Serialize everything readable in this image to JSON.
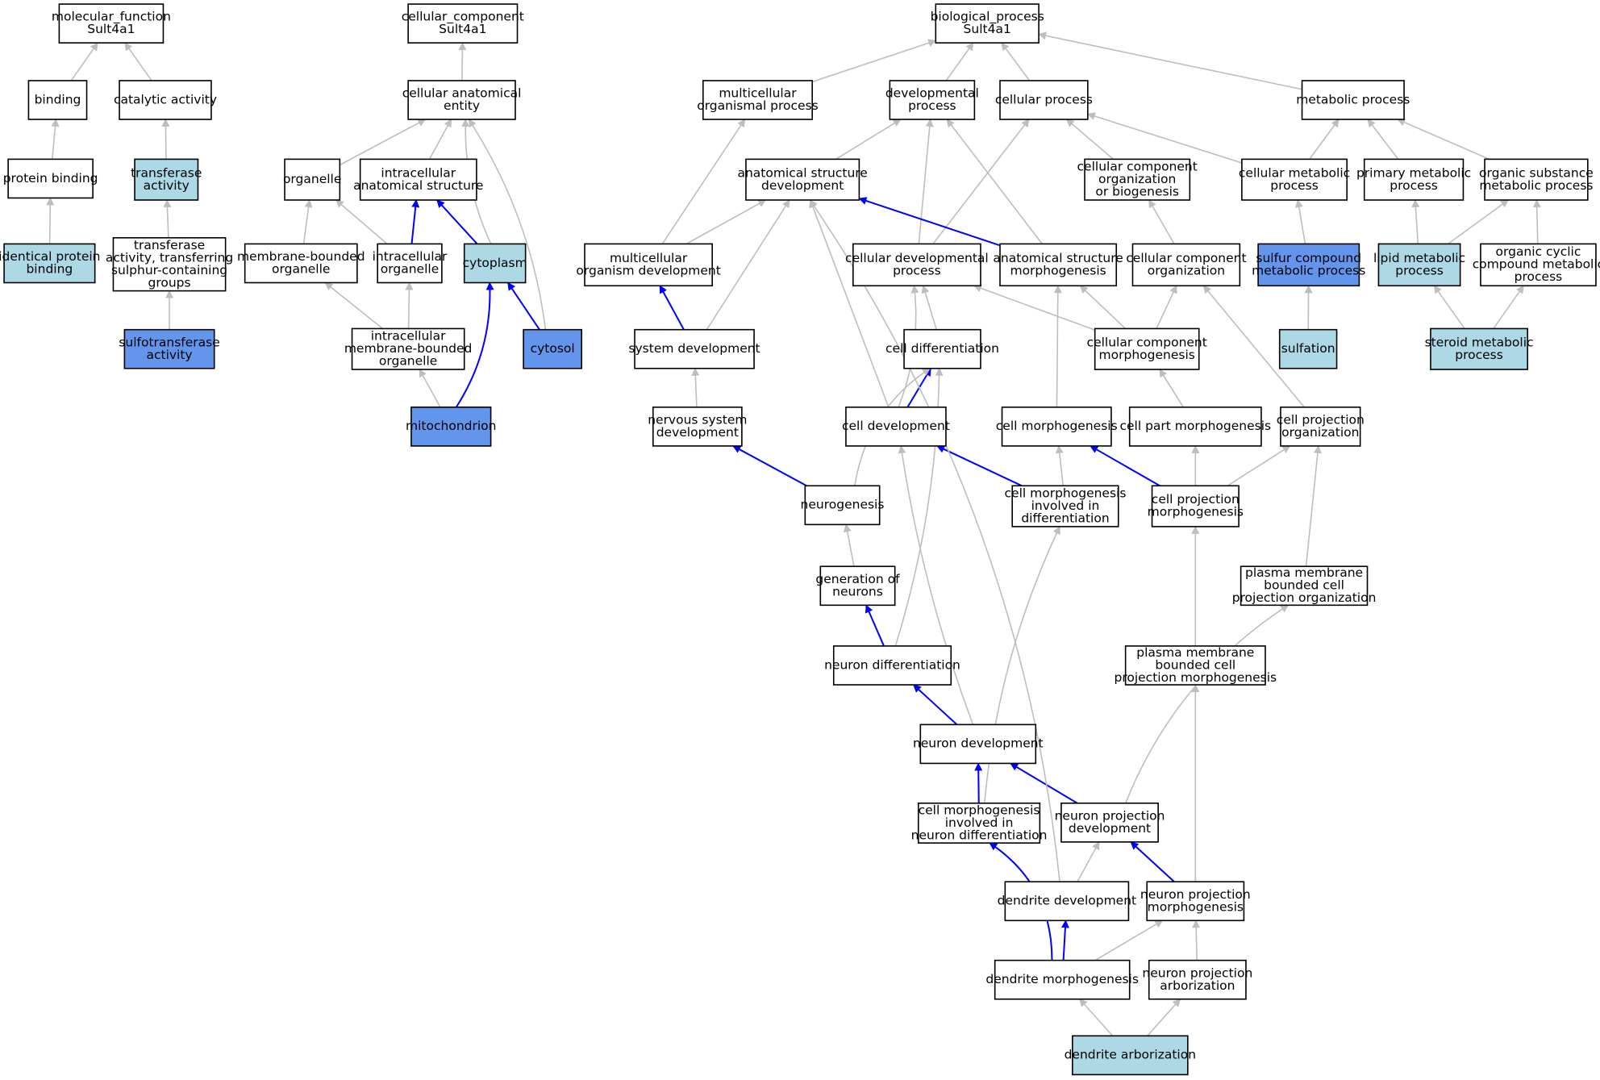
{
  "colors": {
    "default_fill": "#ffffff",
    "light_blue_fill": "#add8e6",
    "blue_fill": "#6495ed",
    "gray_edge": "#bebebe",
    "blue_edge": "#0000ff",
    "border": "#000000"
  },
  "nodes": [
    {
      "id": "mf",
      "lines": [
        "molecular_function",
        "Sult4a1"
      ],
      "fill": "default"
    },
    {
      "id": "binding",
      "lines": [
        "binding"
      ],
      "fill": "default"
    },
    {
      "id": "catalytic",
      "lines": [
        "catalytic activity"
      ],
      "fill": "default"
    },
    {
      "id": "protein_binding",
      "lines": [
        "protein binding"
      ],
      "fill": "default"
    },
    {
      "id": "transferase",
      "lines": [
        "transferase",
        "activity"
      ],
      "fill": "light_blue"
    },
    {
      "id": "identical_protein_binding",
      "lines": [
        "identical protein",
        "binding"
      ],
      "fill": "light_blue"
    },
    {
      "id": "transferase_sulphur",
      "lines": [
        "transferase",
        "activity, transferring",
        "sulphur-containing",
        "groups"
      ],
      "fill": "default"
    },
    {
      "id": "sulfotransferase",
      "lines": [
        "sulfotransferase",
        "activity"
      ],
      "fill": "blue"
    },
    {
      "id": "cc",
      "lines": [
        "cellular_component",
        "Sult4a1"
      ],
      "fill": "default"
    },
    {
      "id": "cae",
      "lines": [
        "cellular anatomical",
        "entity"
      ],
      "fill": "default"
    },
    {
      "id": "organelle",
      "lines": [
        "organelle"
      ],
      "fill": "default"
    },
    {
      "id": "ias",
      "lines": [
        "intracellular",
        "anatomical structure"
      ],
      "fill": "default"
    },
    {
      "id": "mbo",
      "lines": [
        "membrane-bounded",
        "organelle"
      ],
      "fill": "default"
    },
    {
      "id": "io",
      "lines": [
        "intracellular",
        "organelle"
      ],
      "fill": "default"
    },
    {
      "id": "cytoplasm",
      "lines": [
        "cytoplasm"
      ],
      "fill": "light_blue"
    },
    {
      "id": "imbo",
      "lines": [
        "intracellular",
        "membrane-bounded",
        "organelle"
      ],
      "fill": "default"
    },
    {
      "id": "cytosol",
      "lines": [
        "cytosol"
      ],
      "fill": "blue"
    },
    {
      "id": "mitochondrion",
      "lines": [
        "mitochondrion"
      ],
      "fill": "blue"
    },
    {
      "id": "bp",
      "lines": [
        "biological_process",
        "Sult4a1"
      ],
      "fill": "default"
    },
    {
      "id": "mop",
      "lines": [
        "multicellular",
        "organismal process"
      ],
      "fill": "default"
    },
    {
      "id": "devp",
      "lines": [
        "developmental",
        "process"
      ],
      "fill": "default"
    },
    {
      "id": "cellp",
      "lines": [
        "cellular process"
      ],
      "fill": "default"
    },
    {
      "id": "metp",
      "lines": [
        "metabolic process"
      ],
      "fill": "default"
    },
    {
      "id": "asd",
      "lines": [
        "anatomical structure",
        "development"
      ],
      "fill": "default"
    },
    {
      "id": "ccob",
      "lines": [
        "cellular component",
        "organization",
        "or biogenesis"
      ],
      "fill": "default"
    },
    {
      "id": "cmp",
      "lines": [
        "cellular metabolic",
        "process"
      ],
      "fill": "default"
    },
    {
      "id": "pmp",
      "lines": [
        "primary metabolic",
        "process"
      ],
      "fill": "default"
    },
    {
      "id": "osmp",
      "lines": [
        "organic substance",
        "metabolic process"
      ],
      "fill": "default"
    },
    {
      "id": "mod",
      "lines": [
        "multicellular",
        "organism development"
      ],
      "fill": "default"
    },
    {
      "id": "cdp",
      "lines": [
        "cellular developmental",
        "process"
      ],
      "fill": "default"
    },
    {
      "id": "asm",
      "lines": [
        "anatomical structure",
        "morphogenesis"
      ],
      "fill": "default"
    },
    {
      "id": "cco",
      "lines": [
        "cellular component",
        "organization"
      ],
      "fill": "default"
    },
    {
      "id": "scmp",
      "lines": [
        "sulfur compound",
        "metabolic process"
      ],
      "fill": "blue"
    },
    {
      "id": "lmp",
      "lines": [
        "lipid metabolic",
        "process"
      ],
      "fill": "light_blue"
    },
    {
      "id": "occmp",
      "lines": [
        "organic cyclic",
        "compound metabolic",
        "process"
      ],
      "fill": "default"
    },
    {
      "id": "sysdev",
      "lines": [
        "system development"
      ],
      "fill": "default"
    },
    {
      "id": "celldiff",
      "lines": [
        "cell differentiation"
      ],
      "fill": "default"
    },
    {
      "id": "ccm",
      "lines": [
        "cellular component",
        "morphogenesis"
      ],
      "fill": "default"
    },
    {
      "id": "sulfation",
      "lines": [
        "sulfation"
      ],
      "fill": "light_blue"
    },
    {
      "id": "smp",
      "lines": [
        "steroid metabolic",
        "process"
      ],
      "fill": "light_blue"
    },
    {
      "id": "nsd",
      "lines": [
        "nervous system",
        "development"
      ],
      "fill": "default"
    },
    {
      "id": "celldev",
      "lines": [
        "cell development"
      ],
      "fill": "default"
    },
    {
      "id": "cellmorph",
      "lines": [
        "cell morphogenesis"
      ],
      "fill": "default"
    },
    {
      "id": "cpm",
      "lines": [
        "cell part morphogenesis"
      ],
      "fill": "default"
    },
    {
      "id": "cpo",
      "lines": [
        "cell projection",
        "organization"
      ],
      "fill": "default"
    },
    {
      "id": "neurogenesis",
      "lines": [
        "neurogenesis"
      ],
      "fill": "default"
    },
    {
      "id": "cmid",
      "lines": [
        "cell morphogenesis",
        "involved in",
        "differentiation"
      ],
      "fill": "default"
    },
    {
      "id": "cprojm",
      "lines": [
        "cell projection",
        "morphogenesis"
      ],
      "fill": "default"
    },
    {
      "id": "gon",
      "lines": [
        "generation of",
        "neurons"
      ],
      "fill": "default"
    },
    {
      "id": "pmbcpo",
      "lines": [
        "plasma membrane",
        "bounded cell",
        "projection organization"
      ],
      "fill": "default"
    },
    {
      "id": "neurdiff",
      "lines": [
        "neuron differentiation"
      ],
      "fill": "default"
    },
    {
      "id": "pmbcpm",
      "lines": [
        "plasma membrane",
        "bounded cell",
        "projection morphogenesis"
      ],
      "fill": "default"
    },
    {
      "id": "neurdev",
      "lines": [
        "neuron development"
      ],
      "fill": "default"
    },
    {
      "id": "cmind",
      "lines": [
        "cell morphogenesis",
        "involved in",
        "neuron differentiation"
      ],
      "fill": "default"
    },
    {
      "id": "npd",
      "lines": [
        "neuron projection",
        "development"
      ],
      "fill": "default"
    },
    {
      "id": "dendev",
      "lines": [
        "dendrite development"
      ],
      "fill": "default"
    },
    {
      "id": "npm",
      "lines": [
        "neuron projection",
        "morphogenesis"
      ],
      "fill": "default"
    },
    {
      "id": "denmorph",
      "lines": [
        "dendrite morphogenesis"
      ],
      "fill": "default"
    },
    {
      "id": "npa",
      "lines": [
        "neuron projection",
        "arborization"
      ],
      "fill": "default"
    },
    {
      "id": "denarb",
      "lines": [
        "dendrite arborization"
      ],
      "fill": "light_blue"
    }
  ],
  "edges": [
    {
      "from": "binding",
      "to": "mf",
      "color": "gray"
    },
    {
      "from": "catalytic",
      "to": "mf",
      "color": "gray"
    },
    {
      "from": "protein_binding",
      "to": "binding",
      "color": "gray"
    },
    {
      "from": "transferase",
      "to": "catalytic",
      "color": "gray"
    },
    {
      "from": "identical_protein_binding",
      "to": "protein_binding",
      "color": "gray"
    },
    {
      "from": "transferase_sulphur",
      "to": "transferase",
      "color": "gray"
    },
    {
      "from": "sulfotransferase",
      "to": "transferase_sulphur",
      "color": "gray"
    },
    {
      "from": "cae",
      "to": "cc",
      "color": "gray"
    },
    {
      "from": "organelle",
      "to": "cae",
      "color": "gray"
    },
    {
      "from": "ias",
      "to": "cae",
      "color": "gray"
    },
    {
      "from": "cytoplasm",
      "to": "cae",
      "color": "gray",
      "curve": -15
    },
    {
      "from": "cytosol",
      "to": "cae",
      "color": "gray",
      "curve": 25
    },
    {
      "from": "mbo",
      "to": "organelle",
      "color": "gray"
    },
    {
      "from": "io",
      "to": "organelle",
      "color": "gray"
    },
    {
      "from": "io",
      "to": "ias",
      "color": "blue"
    },
    {
      "from": "cytoplasm",
      "to": "ias",
      "color": "blue"
    },
    {
      "from": "imbo",
      "to": "mbo",
      "color": "gray"
    },
    {
      "from": "imbo",
      "to": "io",
      "color": "gray"
    },
    {
      "from": "cytosol",
      "to": "cytoplasm",
      "color": "blue"
    },
    {
      "from": "mitochondrion",
      "to": "cytoplasm",
      "color": "blue",
      "curve": 20
    },
    {
      "from": "mitochondrion",
      "to": "imbo",
      "color": "gray"
    },
    {
      "from": "mop",
      "to": "bp",
      "color": "gray"
    },
    {
      "from": "devp",
      "to": "bp",
      "color": "gray"
    },
    {
      "from": "cellp",
      "to": "bp",
      "color": "gray"
    },
    {
      "from": "metp",
      "to": "bp",
      "color": "gray"
    },
    {
      "from": "asd",
      "to": "devp",
      "color": "gray"
    },
    {
      "from": "ccob",
      "to": "cellp",
      "color": "gray"
    },
    {
      "from": "cmp",
      "to": "cellp",
      "color": "gray"
    },
    {
      "from": "cmp",
      "to": "metp",
      "color": "gray"
    },
    {
      "from": "pmp",
      "to": "metp",
      "color": "gray"
    },
    {
      "from": "osmp",
      "to": "metp",
      "color": "gray"
    },
    {
      "from": "mod",
      "to": "mop",
      "color": "gray"
    },
    {
      "from": "mod",
      "to": "asd",
      "color": "gray"
    },
    {
      "from": "cdp",
      "to": "devp",
      "color": "gray"
    },
    {
      "from": "cdp",
      "to": "cellp",
      "color": "gray"
    },
    {
      "from": "asm",
      "to": "devp",
      "color": "gray"
    },
    {
      "from": "asm",
      "to": "asd",
      "color": "blue"
    },
    {
      "from": "cco",
      "to": "ccob",
      "color": "gray"
    },
    {
      "from": "scmp",
      "to": "cmp",
      "color": "gray"
    },
    {
      "from": "lmp",
      "to": "pmp",
      "color": "gray"
    },
    {
      "from": "lmp",
      "to": "osmp",
      "color": "gray"
    },
    {
      "from": "occmp",
      "to": "osmp",
      "color": "gray"
    },
    {
      "from": "sysdev",
      "to": "mod",
      "color": "blue"
    },
    {
      "from": "sysdev",
      "to": "asd",
      "color": "gray"
    },
    {
      "from": "celldiff",
      "to": "cdp",
      "color": "gray"
    },
    {
      "from": "ccm",
      "to": "cdp",
      "color": "gray"
    },
    {
      "from": "ccm",
      "to": "asm",
      "color": "gray"
    },
    {
      "from": "ccm",
      "to": "cco",
      "color": "gray"
    },
    {
      "from": "sulfation",
      "to": "scmp",
      "color": "gray"
    },
    {
      "from": "smp",
      "to": "lmp",
      "color": "gray"
    },
    {
      "from": "smp",
      "to": "occmp",
      "color": "gray"
    },
    {
      "from": "nsd",
      "to": "sysdev",
      "color": "gray"
    },
    {
      "from": "celldev",
      "to": "celldiff",
      "color": "blue"
    },
    {
      "from": "celldev",
      "to": "cdp",
      "color": "gray",
      "curve": 15
    },
    {
      "from": "celldev",
      "to": "asd",
      "color": "gray"
    },
    {
      "from": "cellmorph",
      "to": "asm",
      "color": "gray"
    },
    {
      "from": "cpm",
      "to": "ccm",
      "color": "gray"
    },
    {
      "from": "cpo",
      "to": "cco",
      "color": "gray"
    },
    {
      "from": "neurogenesis",
      "to": "nsd",
      "color": "blue"
    },
    {
      "from": "neurogenesis",
      "to": "celldiff",
      "color": "gray",
      "curve": -30
    },
    {
      "from": "cmid",
      "to": "celldev",
      "color": "blue"
    },
    {
      "from": "cmid",
      "to": "cellmorph",
      "color": "gray"
    },
    {
      "from": "cprojm",
      "to": "cellmorph",
      "color": "blue"
    },
    {
      "from": "cprojm",
      "to": "cpm",
      "color": "gray"
    },
    {
      "from": "cprojm",
      "to": "cpo",
      "color": "gray"
    },
    {
      "from": "gon",
      "to": "neurogenesis",
      "color": "gray"
    },
    {
      "from": "pmbcpo",
      "to": "cpo",
      "color": "gray"
    },
    {
      "from": "neurdiff",
      "to": "gon",
      "color": "blue"
    },
    {
      "from": "neurdiff",
      "to": "celldiff",
      "color": "gray",
      "curve": 20
    },
    {
      "from": "pmbcpm",
      "to": "cprojm",
      "color": "gray"
    },
    {
      "from": "neurdev",
      "to": "neurdiff",
      "color": "blue"
    },
    {
      "from": "neurdev",
      "to": "celldev",
      "color": "gray",
      "curve": -15
    },
    {
      "from": "cmind",
      "to": "neurdev",
      "color": "blue"
    },
    {
      "from": "cmind",
      "to": "cmid",
      "color": "gray",
      "curve": -25
    },
    {
      "from": "npd",
      "to": "neurdev",
      "color": "blue"
    },
    {
      "from": "npd",
      "to": "pmbcpo",
      "color": "gray",
      "curve": -40
    },
    {
      "from": "dendev",
      "to": "npd",
      "color": "gray"
    },
    {
      "from": "dendev",
      "to": "asd",
      "color": "gray",
      "curve": 90
    },
    {
      "from": "npm",
      "to": "npd",
      "color": "blue"
    },
    {
      "from": "npm",
      "to": "pmbcpm",
      "color": "gray"
    },
    {
      "from": "denmorph",
      "to": "dendev",
      "color": "blue"
    },
    {
      "from": "denmorph",
      "to": "cmind",
      "color": "blue",
      "curve": 35
    },
    {
      "from": "denmorph",
      "to": "npm",
      "color": "gray"
    },
    {
      "from": "npa",
      "to": "npm",
      "color": "gray"
    },
    {
      "from": "denarb",
      "to": "denmorph",
      "color": "gray"
    },
    {
      "from": "denarb",
      "to": "npa",
      "color": "gray"
    }
  ]
}
